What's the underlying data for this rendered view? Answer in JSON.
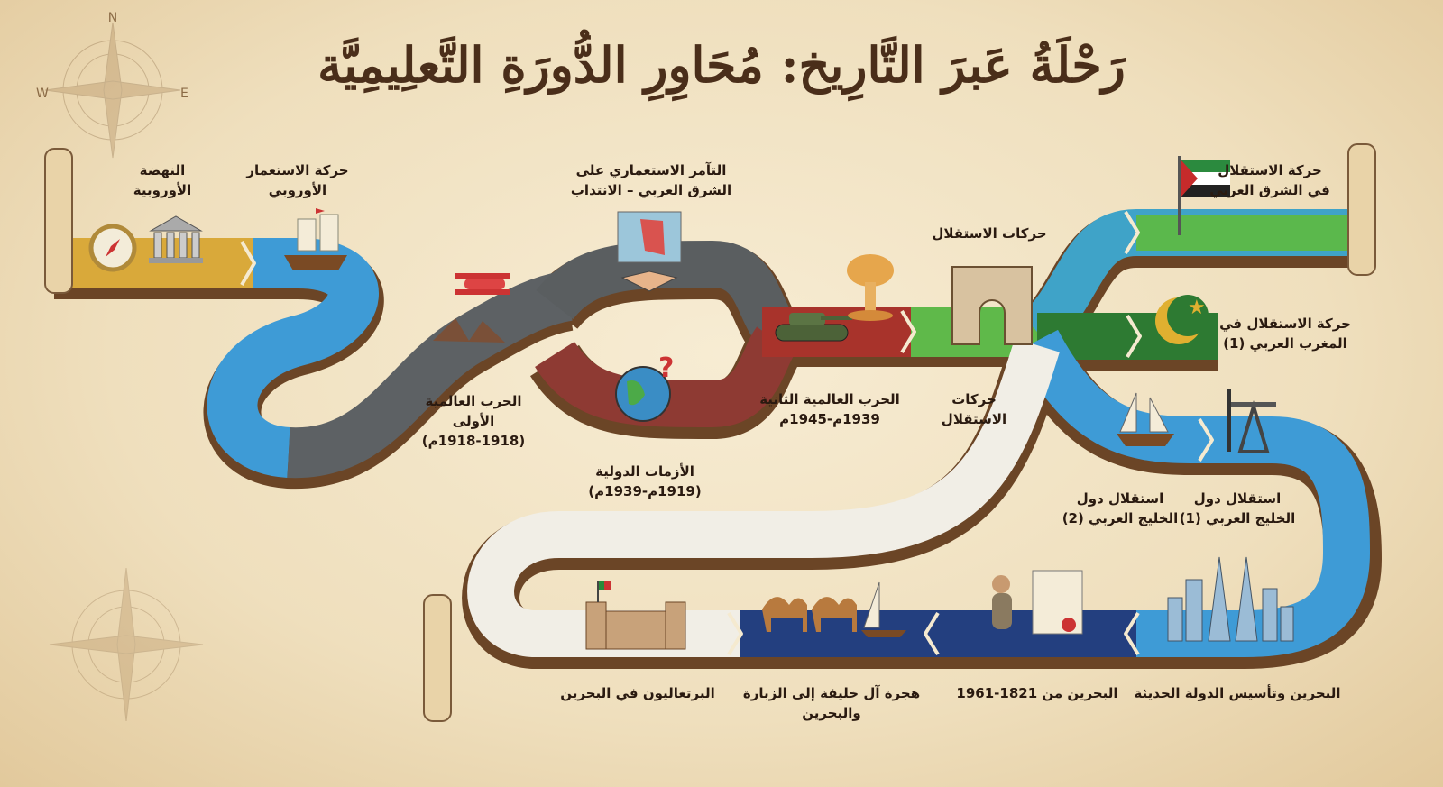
{
  "title": "رَحْلَةُ عَبرَ التَّارِيخ: مُحَاوِرِ الدُّورَةِ التَّعلِيمِيَّة",
  "compass_letters": [
    "N",
    "W",
    "E"
  ],
  "colors": {
    "gold": "#d9a93a",
    "blue": "#3e9bd6",
    "gray": "#5d6164",
    "red": "#a8332b",
    "green": "#5fb94a",
    "darkgreen": "#2d7a32",
    "navy": "#233f7f",
    "white": "#f1eee6",
    "border": "#6b4526"
  },
  "stations": [
    {
      "id": "renaissance",
      "line1": "النهضة",
      "line2": "الأوروبية",
      "icon": "compass-icon"
    },
    {
      "id": "colonialism",
      "line1": "حركة الاستعمار",
      "line2": "الأوروبي",
      "icon": "ship-icon"
    },
    {
      "id": "conspiracy",
      "line1": "التآمر الاستعماري على",
      "line2": "الشرق العربي – الانتداب",
      "icon": "map-handshake-icon"
    },
    {
      "id": "ww1",
      "line1": "الحرب العالمية",
      "line2": "الأولى",
      "line3": "(1918-1918م)",
      "icon": "biplane-icon"
    },
    {
      "id": "crises",
      "line1": "الأزمات الدولية",
      "line2": "(1919م-1939م)",
      "icon": "cracked-globe-icon"
    },
    {
      "id": "ww2",
      "line1": "الحرب العالمية الثانية",
      "line2": "1939م-1945م",
      "icon": "tank-icon"
    },
    {
      "id": "independence_top",
      "line1": "حركات الاستقلال",
      "icon": "arch-icon"
    },
    {
      "id": "independence_low",
      "line1": "حركات",
      "line2": "الاستقلال"
    },
    {
      "id": "east",
      "line1": "حركة الاستقلال",
      "line2": "في الشرق العربي",
      "icon": "flag-icon"
    },
    {
      "id": "maghreb",
      "line1": "حركة الاستقلال في",
      "line2": "المغرب العربي (1)",
      "icon": "crescent-icon"
    },
    {
      "id": "gulf1",
      "line1": "استقلال دول",
      "line2": "الخليج العربي (1)",
      "icon": "oil-pump-icon"
    },
    {
      "id": "gulf2",
      "line1": "استقلال دول",
      "line2": "الخليج العربي (2)",
      "icon": "dhow-icon"
    },
    {
      "id": "modern",
      "line1": "البحرين وتأسيس الدولة الحديثة",
      "icon": "skyline-icon"
    },
    {
      "id": "bahrain1821",
      "line1": "البحرين من 1821-1961",
      "icon": "pearl-diver-icon"
    },
    {
      "id": "migration",
      "line1": "هجرة آل خليفة إلى الزبارة",
      "line2": "والبحرين",
      "icon": "camels-icon"
    },
    {
      "id": "portuguese",
      "line1": "البرتغاليون في البحرين",
      "icon": "fort-icon"
    }
  ]
}
